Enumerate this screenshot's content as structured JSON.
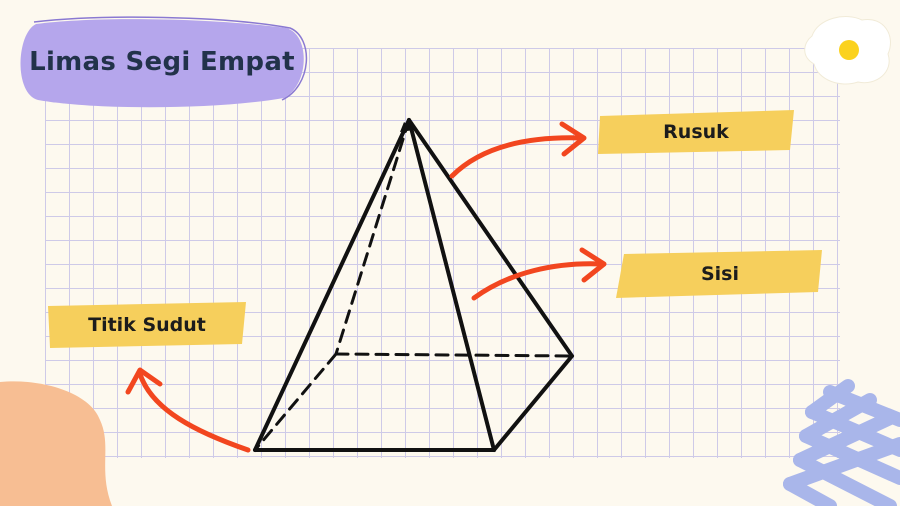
{
  "title": "Limas Segi Empat",
  "labels": {
    "edge": "Rusuk",
    "face": "Sisi",
    "vertex": "Titik Sudut"
  },
  "colors": {
    "background": "#fdf9ef",
    "grid": "#c9c6e8",
    "title_bg": "#b5a6ec",
    "highlight": "#f6cf5c",
    "arrow": "#f2461f",
    "pyramid": "#111111",
    "decor_orange": "#f7be93",
    "decor_blue": "#a9b6ea",
    "egg_yolk": "#fbd21e"
  }
}
